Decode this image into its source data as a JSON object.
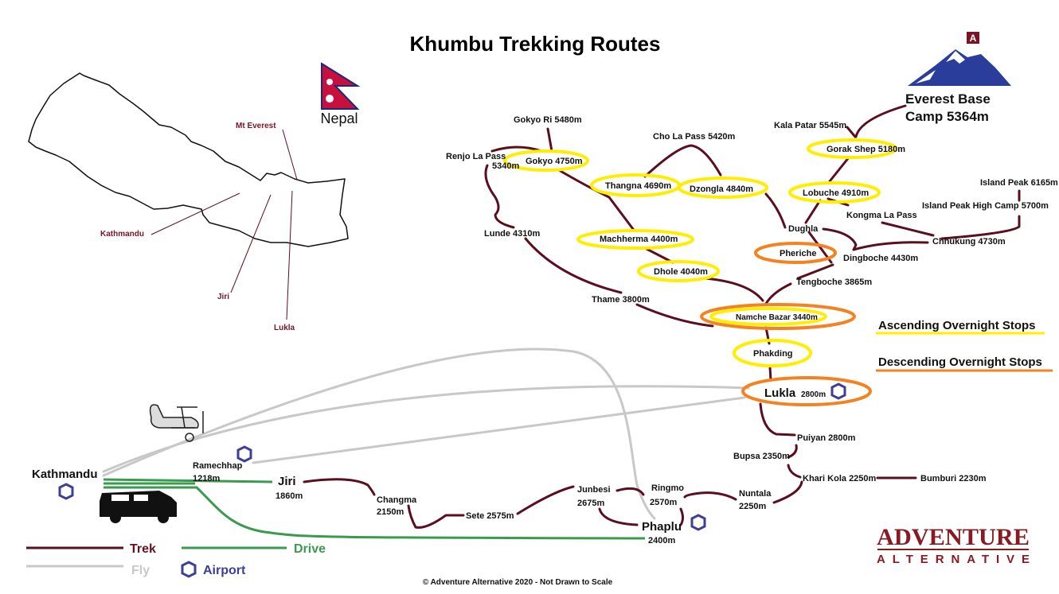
{
  "title": "Khumbu Trekking Routes",
  "inset_map": {
    "country": "Nepal",
    "labels": {
      "everest": "Mt Everest",
      "kathmandu": "Kathmandu",
      "jiri": "Jiri",
      "lukla": "Lukla"
    }
  },
  "places": {
    "gokyo_ri": "Gokyo Ri 5480m",
    "renjo_la_1": "Renjo La Pass",
    "renjo_la_2": "5340m",
    "gokyo": "Gokyo 4750m",
    "cho_la": "Cho La Pass 5420m",
    "thangna": "Thangna 4690m",
    "dzongla": "Dzongla 4840m",
    "lunde": "Lunde 4310m",
    "machherma": "Machherma 4400m",
    "dhole": "Dhole 4040m",
    "thame": "Thame 3800m",
    "namche": "Namche Bazar 3440m",
    "phakding": "Phakding",
    "ebc_1": "Everest Base",
    "ebc_2": "Camp 5364m",
    "kala_patar": "Kala Patar 5545m",
    "gorak_shep": "Gorak Shep 5180m",
    "lobuche": "Lobuche 4910m",
    "kongma_la": "Kongma La Pass",
    "island_peak": "Island Peak 6165m",
    "island_peak_hc": "Island Peak High Camp 5700m",
    "dughla": "Dughla",
    "chhukung": "Chhukung 4730m",
    "pheriche": "Pheriche",
    "dingboche": "Dingboche 4430m",
    "tengboche": "Tengboche 3865m",
    "lukla": "Lukla",
    "lukla_alt": "2800m",
    "puiyan": "Puiyan 2800m",
    "bupsa": "Bupsa 2350m",
    "khari_kola": "Khari Kola 2250m",
    "bumburi": "Bumburi 2230m",
    "nuntala_1": "Nuntala",
    "nuntala_2": "2250m",
    "ringmo_1": "Ringmo",
    "ringmo_2": "2570m",
    "junbesi_1": "Junbesi",
    "junbesi_2": "2675m",
    "phaplu": "Phaplu",
    "phaplu_alt": "2400m",
    "sete": "Sete 2575m",
    "changma_1": "Changma",
    "changma_2": "2150m",
    "jiri": "Jiri",
    "jiri_alt": "1860m",
    "ramechhap_1": "Ramechhap",
    "ramechhap_2": "1218m",
    "kathmandu": "Kathmandu"
  },
  "stop_legend": {
    "ascending": "Ascending Overnight Stops",
    "descending": "Descending Overnight Stops"
  },
  "legend": {
    "trek": "Trek",
    "drive": "Drive",
    "fly": "Fly",
    "airport": "Airport"
  },
  "colors": {
    "trek": "#5a0f1e",
    "fly": "#c8c8c8",
    "drive": "#3a9a4e",
    "airport": "#3b3f98",
    "ascending": "#ffee00",
    "descending": "#f58220"
  },
  "brand": {
    "line1": "ADVENTURE",
    "line2": "ALTERNATIVE",
    "badge": "A"
  },
  "copyright": "© Adventure Alternative 2020 - Not Drawn to Scale"
}
